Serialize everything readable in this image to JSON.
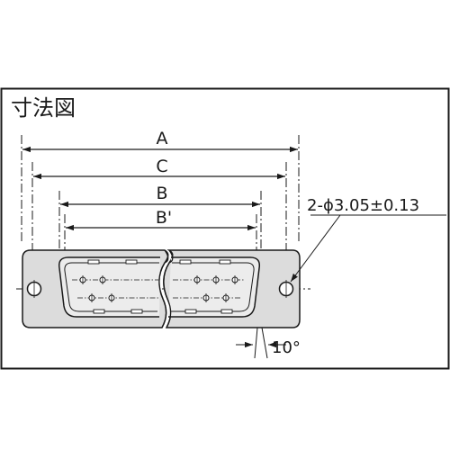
{
  "title": "寸法図",
  "dimensions": {
    "a": "A",
    "c": "C",
    "b": "B",
    "b_prime": "B'"
  },
  "hole_note": "2-ϕ3.05±0.13",
  "angle_note": "10°",
  "colors": {
    "background": "#ffffff",
    "line": "#1a1a1a",
    "connector_fill": "#dcdcdc"
  }
}
